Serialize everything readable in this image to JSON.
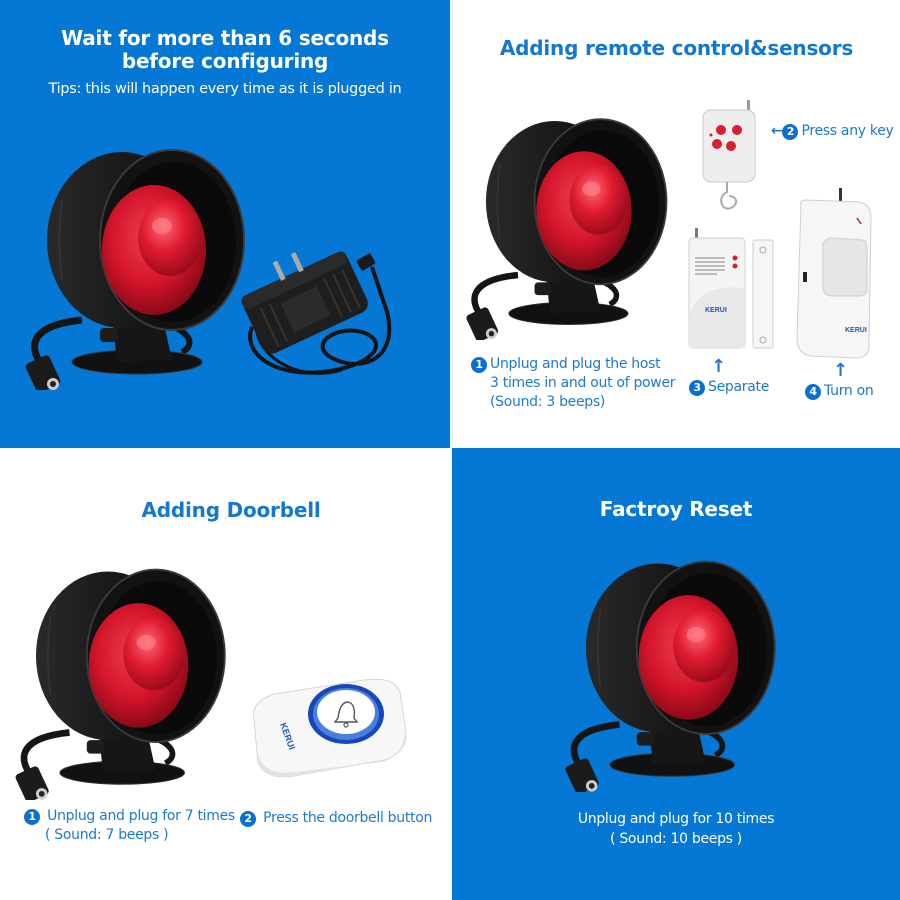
{
  "colors": {
    "panel_blue": "#0478d4",
    "title_blue": "#1578d0",
    "step_text_blue": "#1c79cf",
    "siren_red": "#d3152a",
    "siren_black": "#1a1a1a"
  },
  "panels": {
    "top_left": {
      "title_line1": "Wait for more than 6 seconds",
      "title_line2": "before configuring",
      "tip": "Tips: this will happen every time as it is plugged in",
      "images": [
        "siren-icon",
        "power-adapter-icon"
      ]
    },
    "top_right": {
      "title": "Adding remote control&sensors",
      "steps": [
        {
          "num": "1",
          "lines": [
            "Unplug and plug the host",
            "3 times in and out of power",
            "(Sound: 3 beeps)"
          ]
        },
        {
          "num": "2",
          "arrow": "←",
          "label": "Press any key"
        },
        {
          "num": "3",
          "arrow": "↑",
          "label": "Separate"
        },
        {
          "num": "4",
          "arrow": "↑",
          "label": "Turn on"
        }
      ],
      "brand": "KERUI",
      "images": [
        "siren-icon",
        "remote-control-icon",
        "door-sensor-icon",
        "pir-sensor-icon"
      ]
    },
    "bottom_left": {
      "title": "Adding Doorbell",
      "steps": [
        {
          "num": "1",
          "lines": [
            "Unplug and plug for 7 times",
            "( Sound: 7 beeps )"
          ]
        },
        {
          "num": "2",
          "label": "Press the doorbell button"
        }
      ],
      "brand": "KERUI",
      "images": [
        "siren-icon",
        "doorbell-button-icon"
      ]
    },
    "bottom_right": {
      "title": "Factroy Reset",
      "line1": "Unplug and plug for 10 times",
      "line2": "( Sound: 10 beeps )",
      "images": [
        "siren-icon"
      ]
    }
  }
}
